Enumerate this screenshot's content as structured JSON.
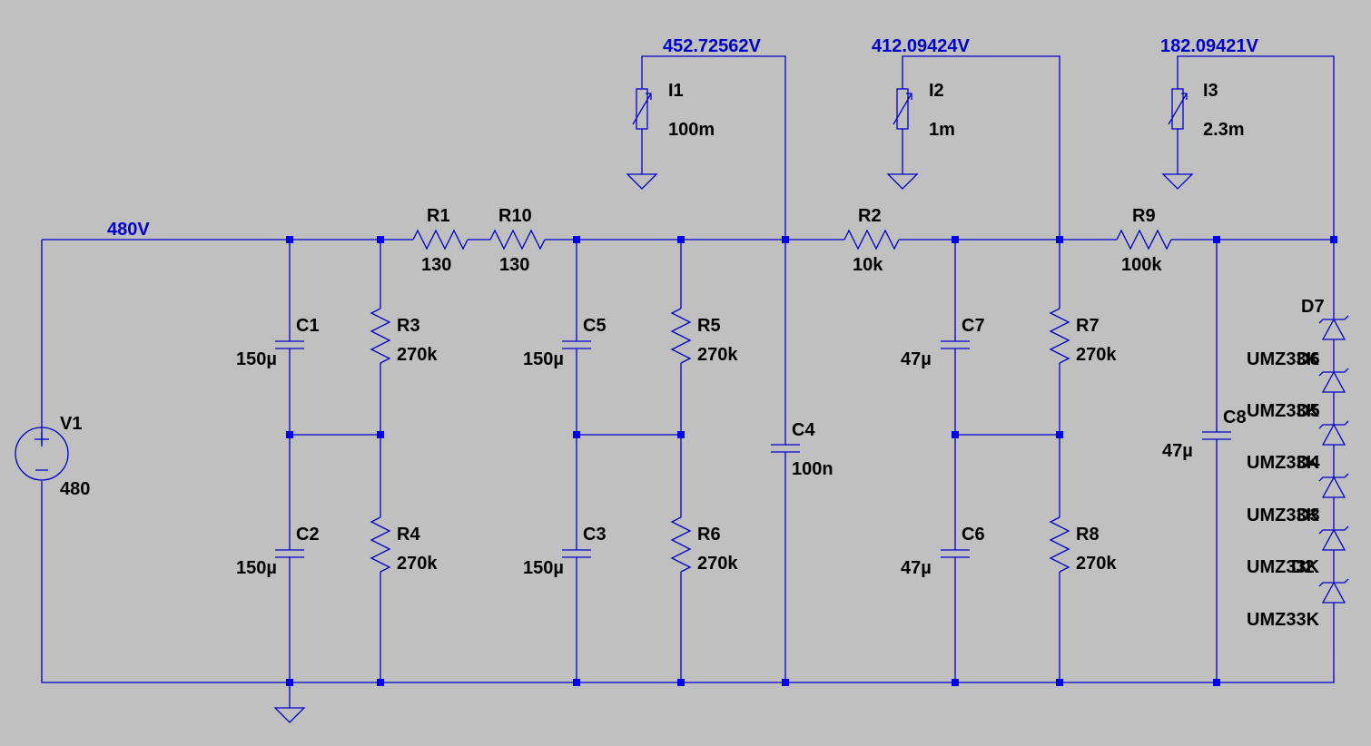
{
  "colors": {
    "background": "#c0c0c0",
    "wire": "#0000cc",
    "junction": "#0000ee",
    "label": "#000000",
    "net_label": "#0000cc"
  },
  "net_labels": {
    "input": "480V",
    "n1": "452.72562V",
    "n2": "412.09424V",
    "n3": "182.09421V"
  },
  "components": {
    "V1": {
      "name": "V1",
      "value": "480"
    },
    "C1": {
      "name": "C1",
      "value": "150µ"
    },
    "C2": {
      "name": "C2",
      "value": "150µ"
    },
    "R1": {
      "name": "R1",
      "value": "130"
    },
    "R10": {
      "name": "R10",
      "value": "130"
    },
    "R3": {
      "name": "R3",
      "value": "270k"
    },
    "R4": {
      "name": "R4",
      "value": "270k"
    },
    "C5": {
      "name": "C5",
      "value": "150µ"
    },
    "C3": {
      "name": "C3",
      "value": "150µ"
    },
    "R5": {
      "name": "R5",
      "value": "270k"
    },
    "R6": {
      "name": "R6",
      "value": "270k"
    },
    "C4": {
      "name": "C4",
      "value": "100n"
    },
    "R2": {
      "name": "R2",
      "value": "10k"
    },
    "C7": {
      "name": "C7",
      "value": "47µ"
    },
    "C6": {
      "name": "C6",
      "value": "47µ"
    },
    "R7": {
      "name": "R7",
      "value": "270k"
    },
    "R8": {
      "name": "R8",
      "value": "270k"
    },
    "R9": {
      "name": "R9",
      "value": "100k"
    },
    "C8": {
      "name": "C8",
      "value": "47µ"
    },
    "I1": {
      "name": "I1",
      "value": "100m"
    },
    "I2": {
      "name": "I2",
      "value": "1m"
    },
    "I3": {
      "name": "I3",
      "value": "2.3m"
    },
    "D7": {
      "name": "D7"
    }
  },
  "zener_labels": [
    "UMZ33K",
    "UMZ33K",
    "UMZ33K",
    "UMZ33K",
    "UMZ33K",
    "UMZ33K"
  ],
  "zener_names_overlapped": [
    "D6",
    "D5",
    "D4",
    "D3",
    "D2"
  ]
}
